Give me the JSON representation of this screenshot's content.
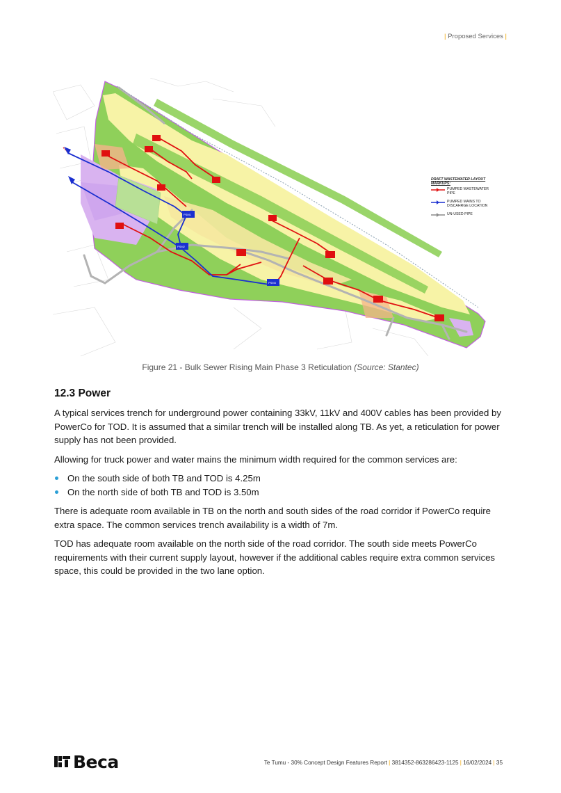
{
  "header": {
    "section": "Proposed Services"
  },
  "figure": {
    "legend": {
      "title": "DRAFT WASTEWATER LAYOUT MARKUPS:",
      "items": [
        {
          "label": "PUMPED WASTEWATER PIPE",
          "color": "#e01010"
        },
        {
          "label": "PUMPED MAINS TO DISCAHRGE LOCATION",
          "color": "#1a2fd0"
        },
        {
          "label": "UN-USED PIPE",
          "color": "#8a8a8a"
        }
      ]
    },
    "stations": {
      "psm1": "PSM1",
      "psm2": "PSM2",
      "psm3": "PSM3"
    },
    "caption_main": "Figure 21 - Bulk Sewer Rising Main Phase 3 Reticulation",
    "caption_source": "(Source: Stantec)"
  },
  "section": {
    "heading": "12.3 Power",
    "para1": "A typical services trench for underground power containing 33kV, 11kV and 400V cables has been provided by PowerCo for TOD. It is assumed that a similar trench will be installed along TB. As yet, a reticulation for power supply has not been provided.",
    "para2": "Allowing for truck power and water mains the minimum width required for the common services are:",
    "bullets": [
      "On the south side of both TB and TOD is 4.25m",
      "On the north side of both TB and TOD is 3.50m"
    ],
    "para3": "There is adequate room available in TB on the north and south sides of the road corridor if PowerCo require extra space. The common services trench availability is a width of 7m.",
    "para4": "TOD has adequate room available on the north side of the road corridor.  The south side meets PowerCo requirements with their current supply layout, however if the additional cables require extra common services space, this could be provided in the two lane option."
  },
  "footer": {
    "logo": "Beca",
    "doc": "Te Tumu - 30% Concept Design Features Report",
    "ref": "3814352-863286423-1125",
    "date": "16/02/2024",
    "page": "35"
  },
  "colors": {
    "accent": "#f0a500",
    "bullet": "#2a9fd6",
    "green": "#7fc84f",
    "yellow": "#f7f3a6",
    "purple": "#d9b3f0"
  }
}
